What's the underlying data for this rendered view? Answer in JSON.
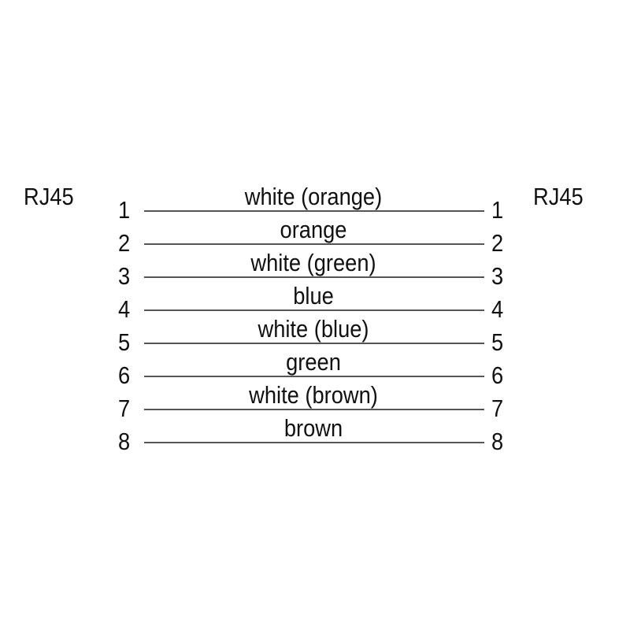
{
  "left_connector": "RJ45",
  "right_connector": "RJ45",
  "wires": [
    {
      "pin_left": "1",
      "pin_right": "1",
      "color": "white (orange)"
    },
    {
      "pin_left": "2",
      "pin_right": "2",
      "color": "orange"
    },
    {
      "pin_left": "3",
      "pin_right": "3",
      "color": "white (green)"
    },
    {
      "pin_left": "4",
      "pin_right": "4",
      "color": "blue"
    },
    {
      "pin_left": "5",
      "pin_right": "5",
      "color": "white (blue)"
    },
    {
      "pin_left": "6",
      "pin_right": "6",
      "color": "green"
    },
    {
      "pin_left": "7",
      "pin_right": "7",
      "color": "white (brown)"
    },
    {
      "pin_left": "8",
      "pin_right": "8",
      "color": "brown"
    }
  ]
}
